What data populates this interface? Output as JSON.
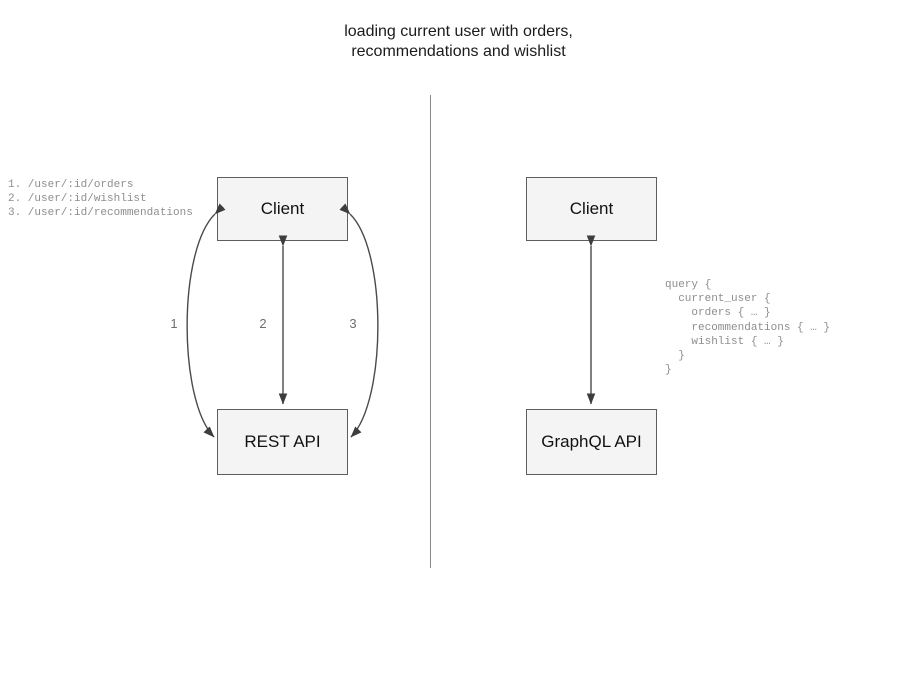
{
  "title": "loading current user with orders,\nrecommendations and wishlist",
  "divider": {
    "name": "vertical-divider",
    "color": "#8a8a8a"
  },
  "rest_side": {
    "client_label": "Client",
    "api_label": "REST API",
    "arrow_labels": [
      "1",
      "2",
      "3"
    ],
    "endpoints": "1. /user/:id/orders\n2. /user/:id/wishlist\n3. /user/:id/recommendations"
  },
  "graphql_side": {
    "client_label": "Client",
    "api_label": "GraphQL API",
    "query": "query {\n  current_user {\n    orders { … }\n    recommendations { … }\n    wishlist { … }\n  }\n}"
  },
  "colors": {
    "box_fill": "#f4f4f4",
    "box_border": "#5e5e5e",
    "connector": "#4a4a4a",
    "code_text": "#8e8e8e",
    "title_text": "#1b1b1b"
  }
}
